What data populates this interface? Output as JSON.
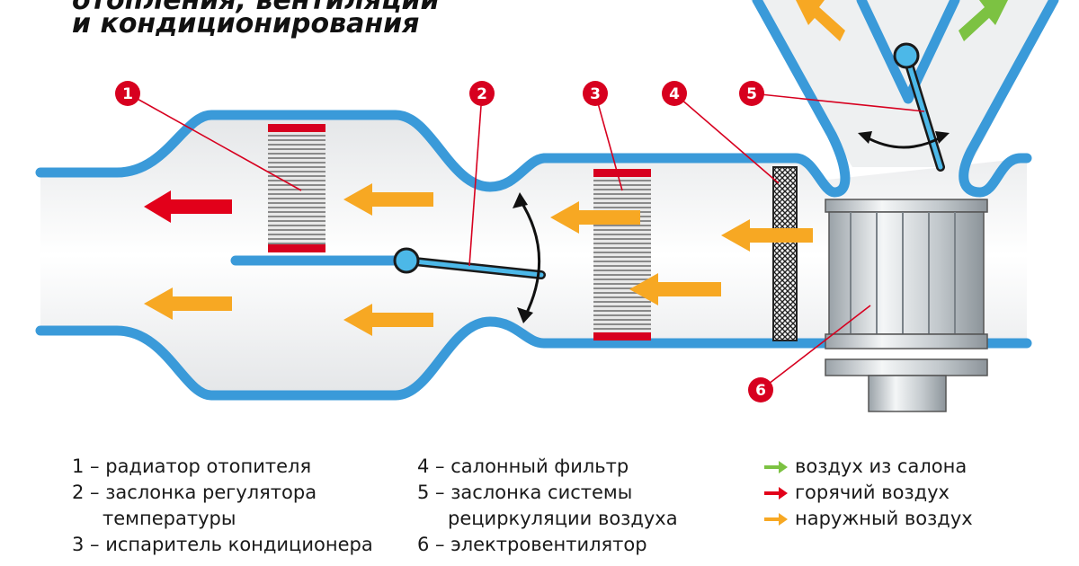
{
  "title": {
    "line1": "отопления, вентиляции",
    "line2": "и кондиционирования"
  },
  "markers": [
    "1",
    "2",
    "3",
    "4",
    "5",
    "6"
  ],
  "legend_left": [
    {
      "num": "1 –",
      "text": "радиатор отопителя"
    },
    {
      "num": "2 –",
      "text": "заслонка регулятора",
      "cont": "температуры"
    },
    {
      "num": "3 –",
      "text": "испаритель кондиционера"
    }
  ],
  "legend_mid": [
    {
      "num": "4 –",
      "text": "салонный фильтр"
    },
    {
      "num": "5 –",
      "text": "заслонка системы",
      "cont": "рециркуляции воздуха"
    },
    {
      "num": "6 –",
      "text": "электровентилятор"
    }
  ],
  "arrow_legend": [
    {
      "text": "воздух из салона",
      "color": "#7cc242"
    },
    {
      "text": "горячий воздух",
      "color": "#e2001a"
    },
    {
      "text": "наружный воздух",
      "color": "#f7a823"
    }
  ],
  "colors": {
    "duct": "#3a9ad9",
    "hot": "#e2001a",
    "outside": "#f7a823",
    "cabin": "#7cc242",
    "marker": "#d7001f"
  }
}
